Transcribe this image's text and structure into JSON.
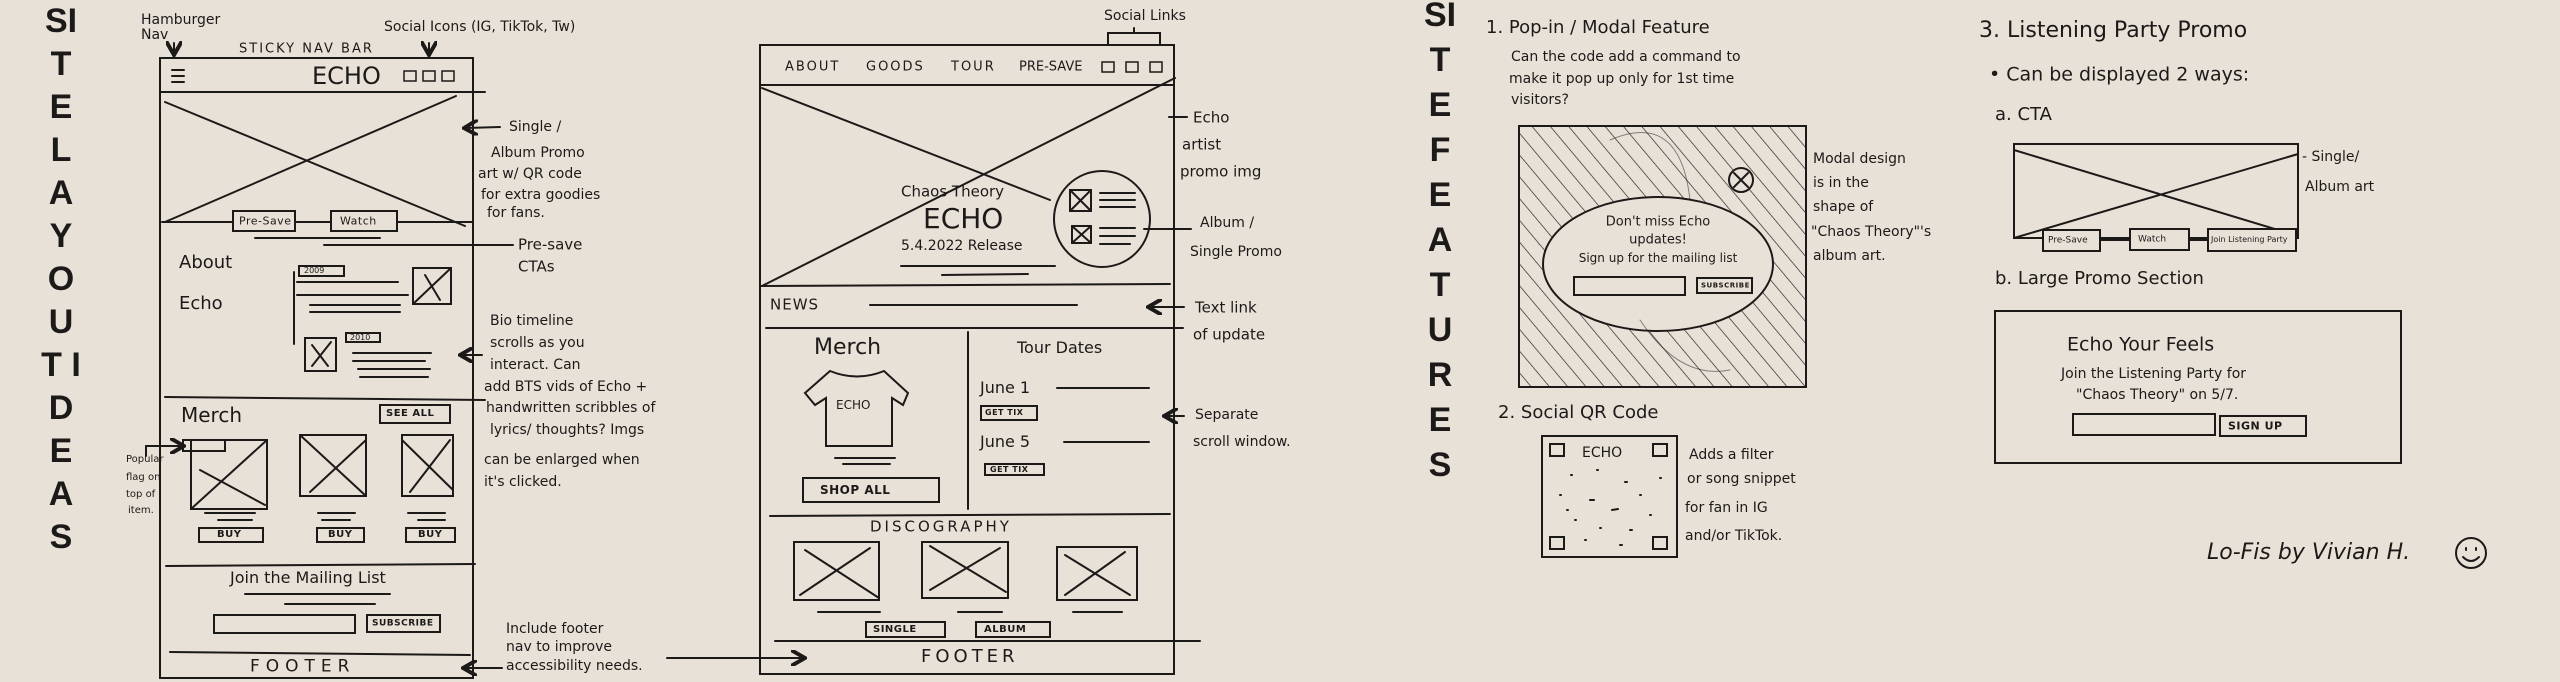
{
  "colors": {
    "background": "#e8e1d8",
    "ink": "#1c1a18"
  },
  "layout_panel": {
    "vertical_title": "SITE LAYOUT IDEAS",
    "annotations": {
      "hamburger_nav": [
        "Hamburger",
        "Nav"
      ],
      "sticky_nav_bar": "STICKY NAV BAR",
      "social_icons": "Social Icons (IG, TikTok, Tw)",
      "promo_art": [
        "Single /",
        "Album Promo",
        "art w/ QR code",
        "for extra goodies",
        "for fans."
      ],
      "presave_ctas": [
        "Pre-save",
        "CTAs"
      ],
      "bio_timeline": [
        "Bio timeline",
        "scrolls as you",
        "interact. Can",
        "add BTS vids of Echo +",
        "handwritten scribbles of",
        "lyrics/ thoughts? Imgs",
        "can be enlarged when",
        "it's clicked."
      ],
      "popular_flag": [
        "Popular",
        "flag on",
        "top of",
        "item."
      ],
      "footer_note": [
        "Include footer",
        "nav to improve",
        "accessibility needs."
      ]
    },
    "mobile": {
      "logo": "ECHO",
      "hamburger_icon": "hamburger-icon",
      "social_icons": [
        "instagram-icon",
        "tiktok-icon",
        "twitter-icon"
      ],
      "cta_presave": "Pre-Save",
      "cta_watch": "Watch",
      "about_title": [
        "About",
        "Echo"
      ],
      "timeline_years": [
        "2009",
        "2010"
      ],
      "merch_title": "Merch",
      "see_all": "SEE ALL",
      "buy_labels": [
        "BUY",
        "BUY",
        "BUY"
      ],
      "mailing_title": "Join the Mailing List",
      "subscribe": "SUBSCRIBE",
      "footer": "FOOTER"
    }
  },
  "desktop_panel": {
    "annotations": {
      "social_links": "Social Links",
      "artist_promo": [
        "Echo",
        "artist",
        "promo img"
      ],
      "album_promo": [
        "Album /",
        "Single Promo"
      ],
      "text_link": [
        "Text link",
        "of update"
      ],
      "separate_scroll": [
        "Separate",
        "scroll window."
      ]
    },
    "nav": [
      "ABOUT",
      "GOODS",
      "TOUR",
      "PRE-SAVE"
    ],
    "hero": {
      "album": "Chaos Theory",
      "logo": "ECHO",
      "release": "5.4.2022 Release"
    },
    "news_label": "NEWS",
    "merch_title": "Merch",
    "shirt_print": "ECHO",
    "shop_all": "SHOP ALL",
    "tour_title": "Tour Dates",
    "tour_dates": [
      {
        "date": "June 1",
        "button": "GET TIX"
      },
      {
        "date": "June 5",
        "button": "GET TIX"
      }
    ],
    "discography_title": "DISCOGRAPHY",
    "disc_buttons": [
      "SINGLE",
      "ALBUM"
    ],
    "footer": "FOOTER"
  },
  "features_panel": {
    "vertical_title": "SITE FEATURES",
    "modal": {
      "heading": "1. Pop-in / Modal Feature",
      "question": [
        "Can the code add a command to",
        "make it pop up only for 1st time",
        "visitors?"
      ],
      "message": [
        "Don't miss Echo",
        "updates!",
        "Sign up for the mailing list"
      ],
      "subscribe": "SUBSCRIBE",
      "note": [
        "Modal design",
        "is in the",
        "shape of",
        "\"Chaos Theory\"'s",
        "album art."
      ]
    },
    "qr": {
      "heading": "2. Social QR Code",
      "logo": "ECHO",
      "note": [
        "Adds a filter",
        "or song snippet",
        "for fan in IG",
        "and/or TikTok."
      ]
    }
  },
  "promo_panel": {
    "heading": "3. Listening Party Promo",
    "bullet": "• Can be displayed 2 ways:",
    "option_a": "a. CTA",
    "cta_buttons": [
      "Pre-Save",
      "Watch",
      "Join Listening Party"
    ],
    "art_note": [
      "- Single/",
      "Album art"
    ],
    "option_b": "b. Large Promo Section",
    "promo_title": "Echo Your Feels",
    "promo_text": [
      "Join the Listening Party for",
      "\"Chaos Theory\" on 5/7."
    ],
    "sign_up": "SIGN UP",
    "signature": "Lo-Fis by Vivian H."
  }
}
